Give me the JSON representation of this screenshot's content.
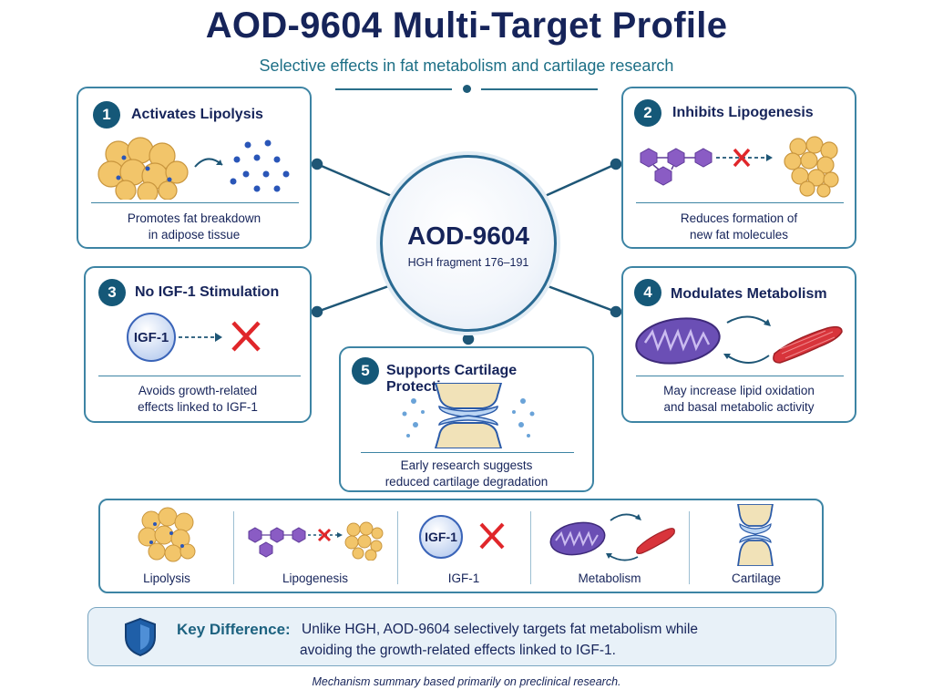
{
  "header": {
    "title": "AOD-9604 Multi-Target Profile",
    "subtitle": "Selective effects in fat metabolism and cartilage research"
  },
  "hub": {
    "name": "AOD-9604",
    "subtitle": "HGH fragment 176–191"
  },
  "cards": [
    {
      "number": "1",
      "title": "Activates Lipolysis",
      "desc_line1": "Promotes fat breakdown",
      "desc_line2": "in adipose tissue"
    },
    {
      "number": "2",
      "title": "Inhibits Lipogenesis",
      "desc_line1": "Reduces formation of",
      "desc_line2": "new fat molecules"
    },
    {
      "number": "3",
      "title": "No IGF-1 Stimulation",
      "desc_line1": "Avoids growth-related",
      "desc_line2": "effects linked to IGF-1",
      "badge": "IGF-1"
    },
    {
      "number": "4",
      "title": "Modulates Metabolism",
      "desc_line1": "May increase lipid oxidation",
      "desc_line2": "and basal metabolic activity"
    },
    {
      "number": "5",
      "title": "Supports Cartilage Protection",
      "desc_line1": "Early research suggests",
      "desc_line2": "reduced cartilage degradation"
    }
  ],
  "summary_strip": {
    "items": [
      {
        "label": "Lipolysis",
        "icon": "fat-cell-cluster-icon"
      },
      {
        "label": "Lipogenesis",
        "icon": "molecule-chain-blocked-icon"
      },
      {
        "label": "IGF-1",
        "icon": "igf1-blocked-icon",
        "badge": "IGF-1"
      },
      {
        "label": "Metabolism",
        "icon": "mitochondria-muscle-icon"
      },
      {
        "label": "Cartilage",
        "icon": "joint-cartilage-icon"
      }
    ]
  },
  "key_difference": {
    "label": "Key Difference:",
    "line1": "Unlike HGH, AOD-9604 selectively targets fat metabolism while",
    "line2": "avoiding the growth-related effects linked to IGF-1."
  },
  "footnote": "Mechanism summary based primarily on preclinical research.",
  "colors": {
    "navy": "#16245a",
    "teal": "#1d6f86",
    "border": "#3d84a4",
    "fat_cell": "#f2c56a",
    "molecule": "#8a5cc4",
    "cross": "#e0262a",
    "mitochondria": "#6b4fb5",
    "muscle": "#d8343b",
    "shield": "#1f5fa8"
  }
}
